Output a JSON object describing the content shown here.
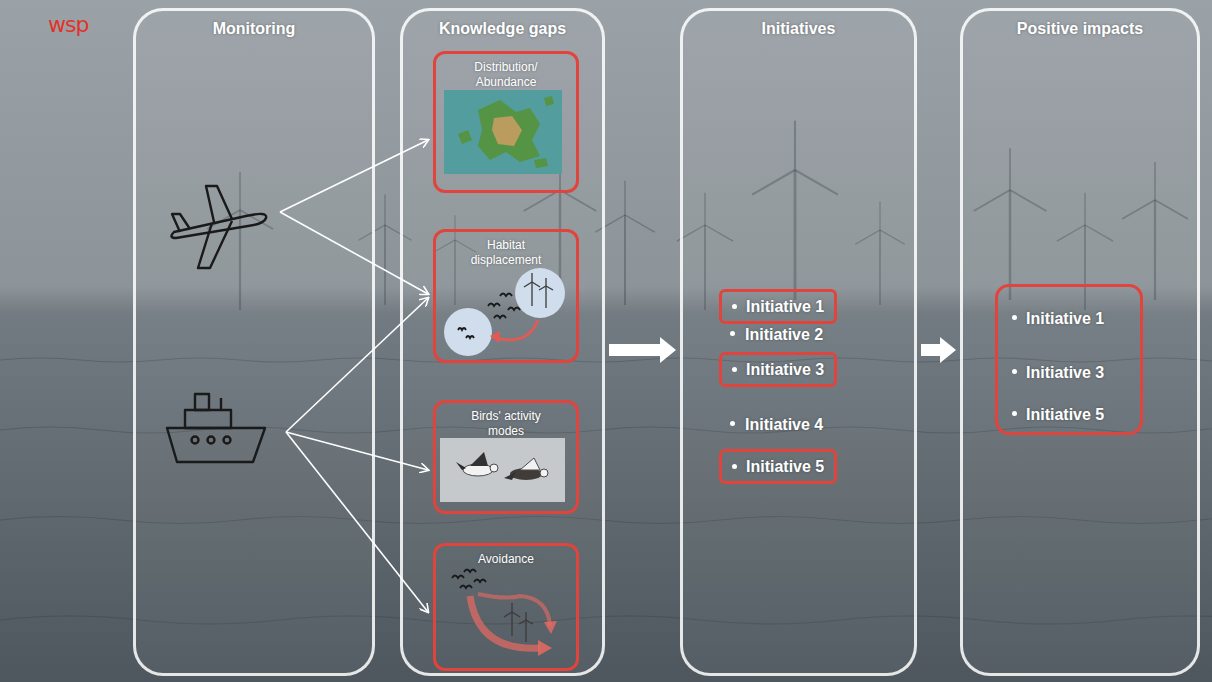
{
  "diagram": {
    "nodes": [
      {
        "text": [
          "Monitoring"
        ]
      },
      {
        "text": [
          "Knowledge gaps"
        ]
      },
      {
        "text": [
          "Distribution/ Abundance"
        ],
        "in": 1
      },
      {
        "text": [
          "Habitat displacement"
        ],
        "in": 1
      },
      {
        "text": [
          "Birds' activity modes"
        ],
        "in": 1
      },
      {
        "text": [
          "Avoidance"
        ],
        "in": 1
      },
      {
        "text": [
          "Initiatives",
          "Initiative 2",
          "Initiative 4"
        ]
      },
      {
        "text": [
          "Initiative 1"
        ],
        "in": 6
      },
      {
        "text": [
          "Initiative 3"
        ],
        "in": 6
      },
      {
        "text": [
          "Initiative 5"
        ],
        "in": 6
      },
      {
        "text": [
          "Positive impacts"
        ]
      },
      {
        "text": [
          "Initiative 1",
          "Initiative 3",
          "Initiative 5"
        ],
        "in": 10
      }
    ],
    "edges": [
      {
        "from": 1,
        "to": 6,
        "arrow": "to"
      },
      {
        "from": 6,
        "to": 10,
        "arrow": "to"
      }
    ],
    "labels": [
      "wsp"
    ]
  }
}
